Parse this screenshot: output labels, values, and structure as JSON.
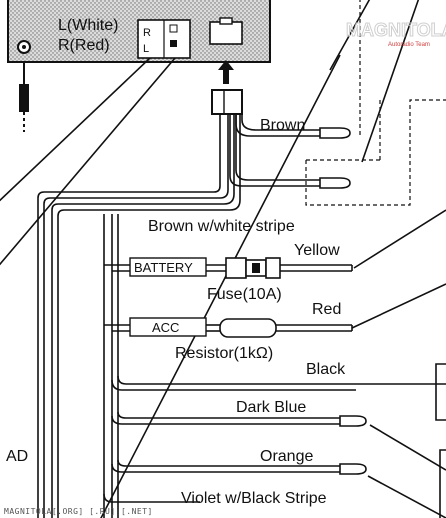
{
  "head_unit": {
    "line1": "L(White)",
    "line2": "R(Red)",
    "pin_r": "R",
    "pin_l": "L"
  },
  "wires": {
    "brown": "Brown",
    "brown_white": "Brown w/white stripe",
    "yellow": "Yellow",
    "red": "Red",
    "black": "Black",
    "dark_blue": "Dark Blue",
    "orange": "Orange",
    "violet_black": "Violet w/Black Stripe"
  },
  "components": {
    "battery_tag": "BATTERY",
    "acc_tag": "ACC",
    "fuse": "Fuse(10A)",
    "resistor": "Resistor(1kΩ)"
  },
  "left_label": "AD",
  "watermark": {
    "name": "MAGNITOLA",
    "team": "Autoradio Team"
  },
  "footer": "MAGNITOLA[.ORG] [.RU] [.NET]"
}
